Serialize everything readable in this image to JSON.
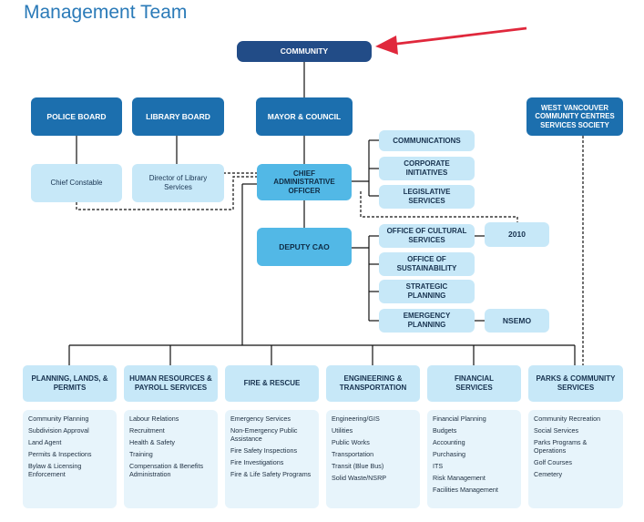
{
  "page_title": "Management Team",
  "top": {
    "community": "COMMUNITY"
  },
  "boards": {
    "police_board": "POLICE BOARD",
    "library_board": "LIBRARY BOARD",
    "mayor_council": "MAYOR & COUNCIL",
    "wvccs": "WEST VANCOUVER COMMUNITY CENTRES SERVICES SOCIETY"
  },
  "officers": {
    "chief_constable": "Chief Constable",
    "director_library": "Director of Library Services",
    "cao": "CHIEF ADMINISTRATIVE OFFICER",
    "deputy_cao": "DEPUTY CAO"
  },
  "cao_units": [
    "COMMUNICATIONS",
    "CORPORATE INITIATIVES",
    "LEGISLATIVE SERVICES"
  ],
  "deputy_units": [
    "OFFICE OF CULTURAL SERVICES",
    "OFFICE OF SUSTAINABILITY",
    "STRATEGIC PLANNING",
    "EMERGENCY PLANNING"
  ],
  "side_units": {
    "y2010": "2010",
    "nsemo": "NSEMO"
  },
  "departments": [
    {
      "name": "PLANNING, LANDS, & PERMITS",
      "items": [
        "Community Planning",
        "Subdivision Approval",
        "Land Agent",
        "Permits & Inspections",
        "Bylaw & Licensing Enforcement"
      ]
    },
    {
      "name": "HUMAN RESOURCES & PAYROLL SERVICES",
      "items": [
        "Labour Relations",
        "Recruitment",
        "Health & Safety",
        "Training",
        "Compensation & Benefits Administration"
      ]
    },
    {
      "name": "FIRE & RESCUE",
      "items": [
        "Emergency Services",
        "Non-Emergency Public Assistance",
        "Fire Safety Inspections",
        "Fire Investigations",
        "Fire & Life Safety Programs"
      ]
    },
    {
      "name": "ENGINEERING & TRANSPORTATION",
      "items": [
        "Engineering/GIS",
        "Utilities",
        "Public Works",
        "Transportation",
        "Transit (Blue Bus)",
        "Solid Waste/NSRP"
      ]
    },
    {
      "name": "FINANCIAL SERVICES",
      "items": [
        "Financial Planning",
        "Budgets",
        "Accounting",
        "Purchasing",
        "ITS",
        "Risk Management",
        "Facilities Management"
      ]
    },
    {
      "name": "PARKS & COMMUNITY SERVICES",
      "items": [
        "Community Recreation",
        "Social Services",
        "Parks Programs & Operations",
        "Golf Courses",
        "Cemetery"
      ]
    }
  ],
  "colors": {
    "navy": "#224c87",
    "dark_blue": "#1c6fae",
    "mid_blue": "#52b8e6",
    "light_blue": "#c7e8f8",
    "list_bg": "#e7f4fb",
    "arrow": "#e0283c",
    "title": "#2a7ab8"
  },
  "icons": {
    "pointer": "red-arrow-icon"
  }
}
